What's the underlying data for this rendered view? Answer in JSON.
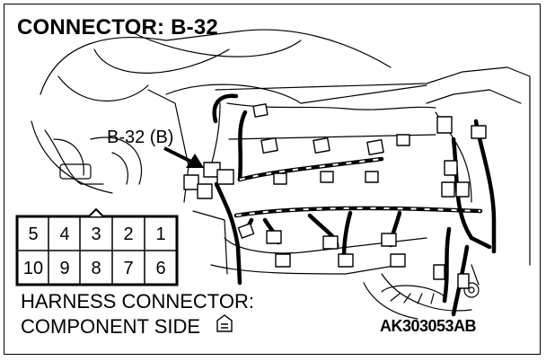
{
  "title": "CONNECTOR: B-32",
  "callout": "B-32 (B)",
  "caption": {
    "line1": "HARNESS CONNECTOR:",
    "line2": "COMPONENT SIDE"
  },
  "figure_code": "AK303053AB",
  "connector": {
    "top_row": [
      "5",
      "4",
      "3",
      "2",
      "1"
    ],
    "bottom_row": [
      "10",
      "9",
      "8",
      "7",
      "6"
    ]
  },
  "icons": {
    "engine": "engine-harness-illustration",
    "connector_side": "connector-side-icon",
    "pointer": "arrow-pointer"
  }
}
